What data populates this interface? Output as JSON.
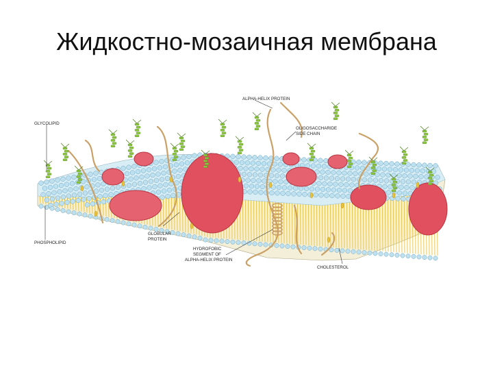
{
  "slide": {
    "title": "Жидкостно-мозаичная мембрана"
  },
  "diagram": {
    "labels": {
      "glycolipid": "GLYCOLIPID",
      "alpha_helix_protein": "ALPHA-HELIX PROTEIN",
      "oligosaccharide_1": "OLIGOSACCHARIDE",
      "oligosaccharide_2": "SIDE CHAIN",
      "phospholipid": "PHOSPHOLIPID",
      "globular_1": "GLOBULAR",
      "globular_2": "PROTEIN",
      "hydrophobic_1": "HYDROFOBIC",
      "hydrophobic_2": "SEGMENT OF",
      "hydrophobic_3": "ALPHA-HELIX PROTEIN",
      "cholesterol": "CHOLESTEROL"
    },
    "colors": {
      "head_blue": "#bfe0ee",
      "head_stroke": "#6aa7c4",
      "protein_red": "#e0505e",
      "protein_dark": "#b83542",
      "tail_yellow": "#e8c23c",
      "sugar_green": "#8cc63f",
      "helix_tan": "#caa066",
      "leader_line": "#333333"
    }
  }
}
